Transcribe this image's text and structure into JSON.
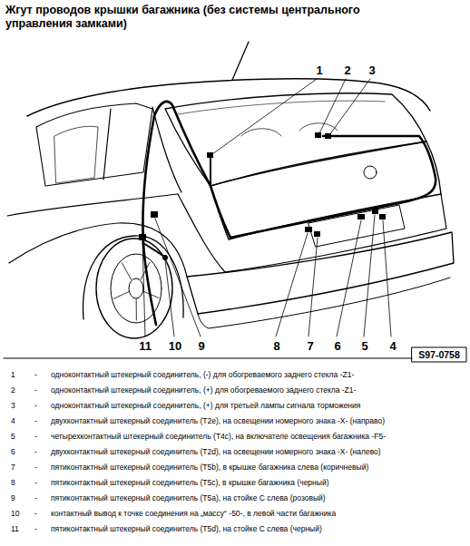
{
  "diagram": {
    "title": "Жгут проводов крышки багажника (без системы центрального управления замками)",
    "labels": [
      "1",
      "2",
      "3",
      "11",
      "10",
      "9",
      "8",
      "7",
      "6",
      "5",
      "4",
      "S97-0758",
      "1",
      "-",
      "одноконтактный штекерный соединитель, (-) для обогреваемого заднего стекла -Z1-",
      "2",
      "-",
      "одноконтактный штекерный соединитель, (+) для обогреваемого заднего стекла -Z1-",
      "3",
      "-",
      "одноконтактный штекерный соединитель, (+) для третьей лампы сигнала торможения",
      "4",
      "-",
      "двухконтактный штекерный соединитель (T2e), на освещении номерного знака -X- (направо)",
      "5",
      "-",
      "четырехконтактный штекерный соединитель (T4c), на включателе освещения багажника -F5-",
      "6",
      "-",
      "двухконтактный штекерный соединитель (T2d), на освещении номерного знака -X- (налево)",
      "7",
      "-",
      "пятиконтактный штекерный соединитель (T5b), в крышке багажника слева (коричневый)",
      "8",
      "-",
      "пятиконтактный штекерный соединитель (T5c), в крышке багажника (черный)",
      "9",
      "-",
      "пятиконтактный штекерный соединитель (T5a), на стойке С слева (розовый)",
      "10",
      "-",
      "контактный вывод к точке соединения на „массу“ -50-, в левой части багажника",
      "11",
      "-",
      "пятиконтактный штекерный соединитель (T5d), на стойке С слева (черный)"
    ]
  }
}
